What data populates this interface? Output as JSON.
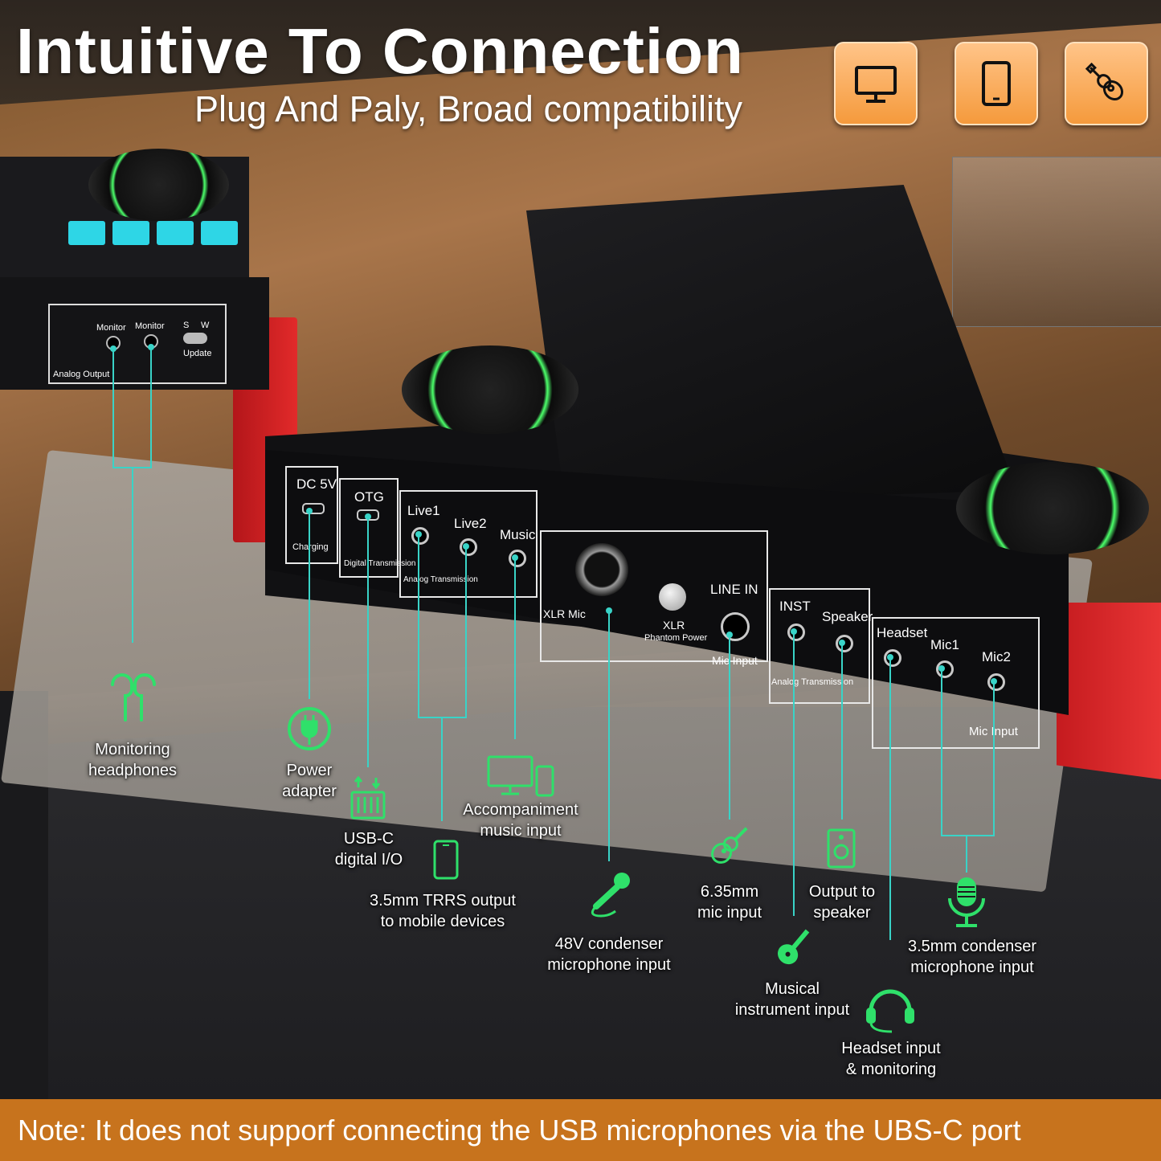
{
  "header": {
    "title": "Intuitive To Connection",
    "subtitle": "Plug And Paly, Broad compatibility"
  },
  "badges": [
    {
      "icon": "monitor-icon"
    },
    {
      "icon": "tablet-icon"
    },
    {
      "icon": "guitar-icon"
    }
  ],
  "left_device": {
    "monitor1": "Monitor",
    "monitor2": "Monitor",
    "switch_s": "S",
    "switch_w": "W",
    "update": "Update",
    "analog_output": "Analog Output"
  },
  "main_device": {
    "dc": "DC 5V",
    "charging": "Charging",
    "otg": "OTG",
    "digital": "Digital Transmission",
    "live1": "Live1",
    "live2": "Live2",
    "music": "Music",
    "analog": "Analog Transmission",
    "xlr_mic": "XLR Mic",
    "xlr": "XLR",
    "phantom": "Phantom Power",
    "line_in": "LINE IN",
    "mic_input_1": "Mic Input",
    "inst": "INST",
    "speaker": "Speaker",
    "analog2": "Analog Transmission",
    "headset": "Headset",
    "mic1": "Mic1",
    "mic2": "Mic2",
    "mic_input_2": "Mic Input"
  },
  "callouts": {
    "headphones": [
      "Monitoring",
      "headphones"
    ],
    "power": [
      "Power",
      "adapter"
    ],
    "usbc": [
      "USB-C",
      "digital I/O"
    ],
    "trrs": [
      "3.5mm TRRS output",
      "to mobile devices"
    ],
    "accomp": [
      "Accompaniment",
      "music input"
    ],
    "condenser48": [
      "48V condenser",
      "microphone input"
    ],
    "mic635": [
      "6.35mm",
      "mic input"
    ],
    "instrument": [
      "Musical",
      "instrument input"
    ],
    "speaker": [
      "Output to",
      "speaker"
    ],
    "headset": [
      "Headset input",
      "& monitoring"
    ],
    "condenser35": [
      "3.5mm condenser",
      "microphone input"
    ]
  },
  "colors": {
    "accent_line": "#39d3c7",
    "icon_green": "#2fe06a",
    "footer_bg": "#c7731d"
  },
  "footer": {
    "note": "Note: It does not supporf connecting the USB microphones via the UBS-C port"
  }
}
